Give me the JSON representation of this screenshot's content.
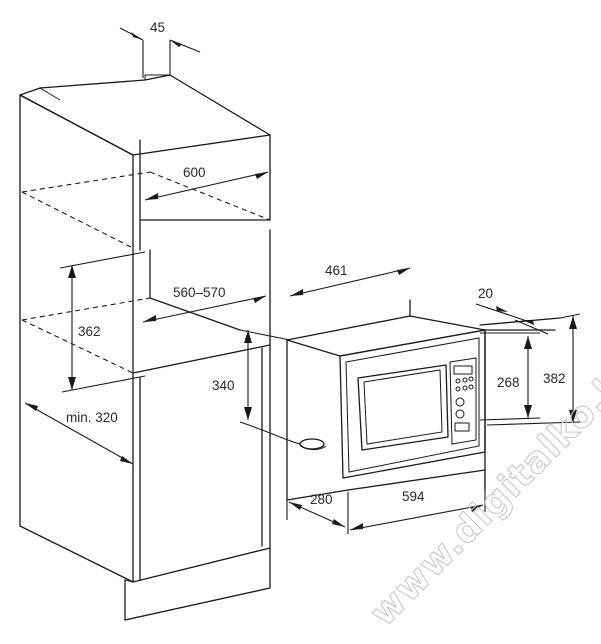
{
  "dimensions": {
    "d45": "45",
    "d600": "600",
    "d362": "362",
    "d560_570": "560–570",
    "d340": "340",
    "d320": "min. 320",
    "d461": "461",
    "d20": "20",
    "d268": "268",
    "d382": "382",
    "d280": "280",
    "d594": "594"
  },
  "watermark": "www.digitalko.hu",
  "colors": {
    "line": "#1a1a1a",
    "watermark": "#c8c8c8"
  }
}
